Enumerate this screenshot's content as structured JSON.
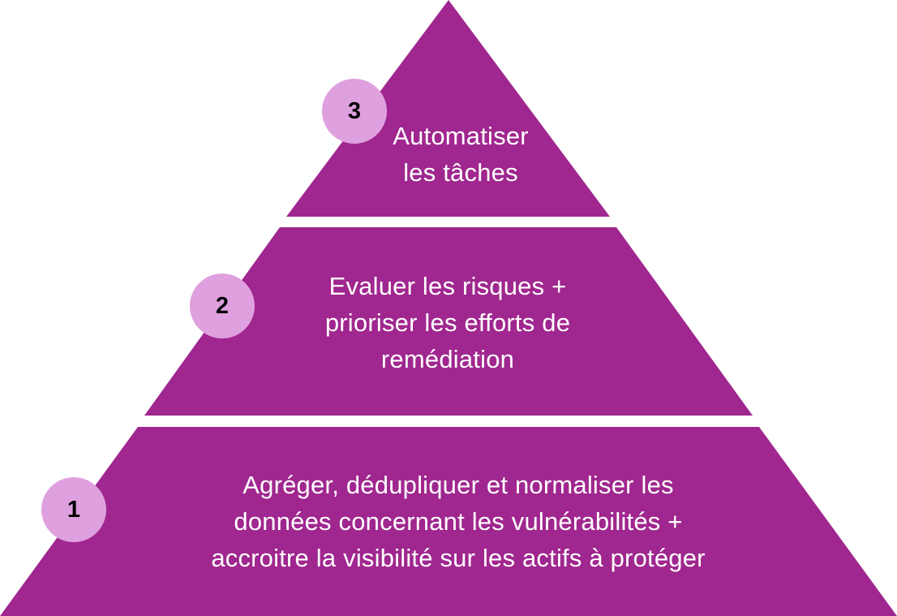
{
  "diagram": {
    "colors": {
      "tier_fill": "#A0278F",
      "badge_fill": "#DFA0DF",
      "text": "#FFFFFF",
      "badge_text": "#000000"
    },
    "tiers": [
      {
        "level": "3",
        "lines": [
          "Automatiser",
          "les tâches"
        ]
      },
      {
        "level": "2",
        "lines": [
          "Evaluer les risques +",
          "prioriser les efforts de",
          "remédiation"
        ]
      },
      {
        "level": "1",
        "lines": [
          "Agréger, dédupliquer et normaliser les",
          "données concernant les vulnérabilités +",
          "accroitre la visibilité sur les actifs à protéger"
        ]
      }
    ]
  }
}
